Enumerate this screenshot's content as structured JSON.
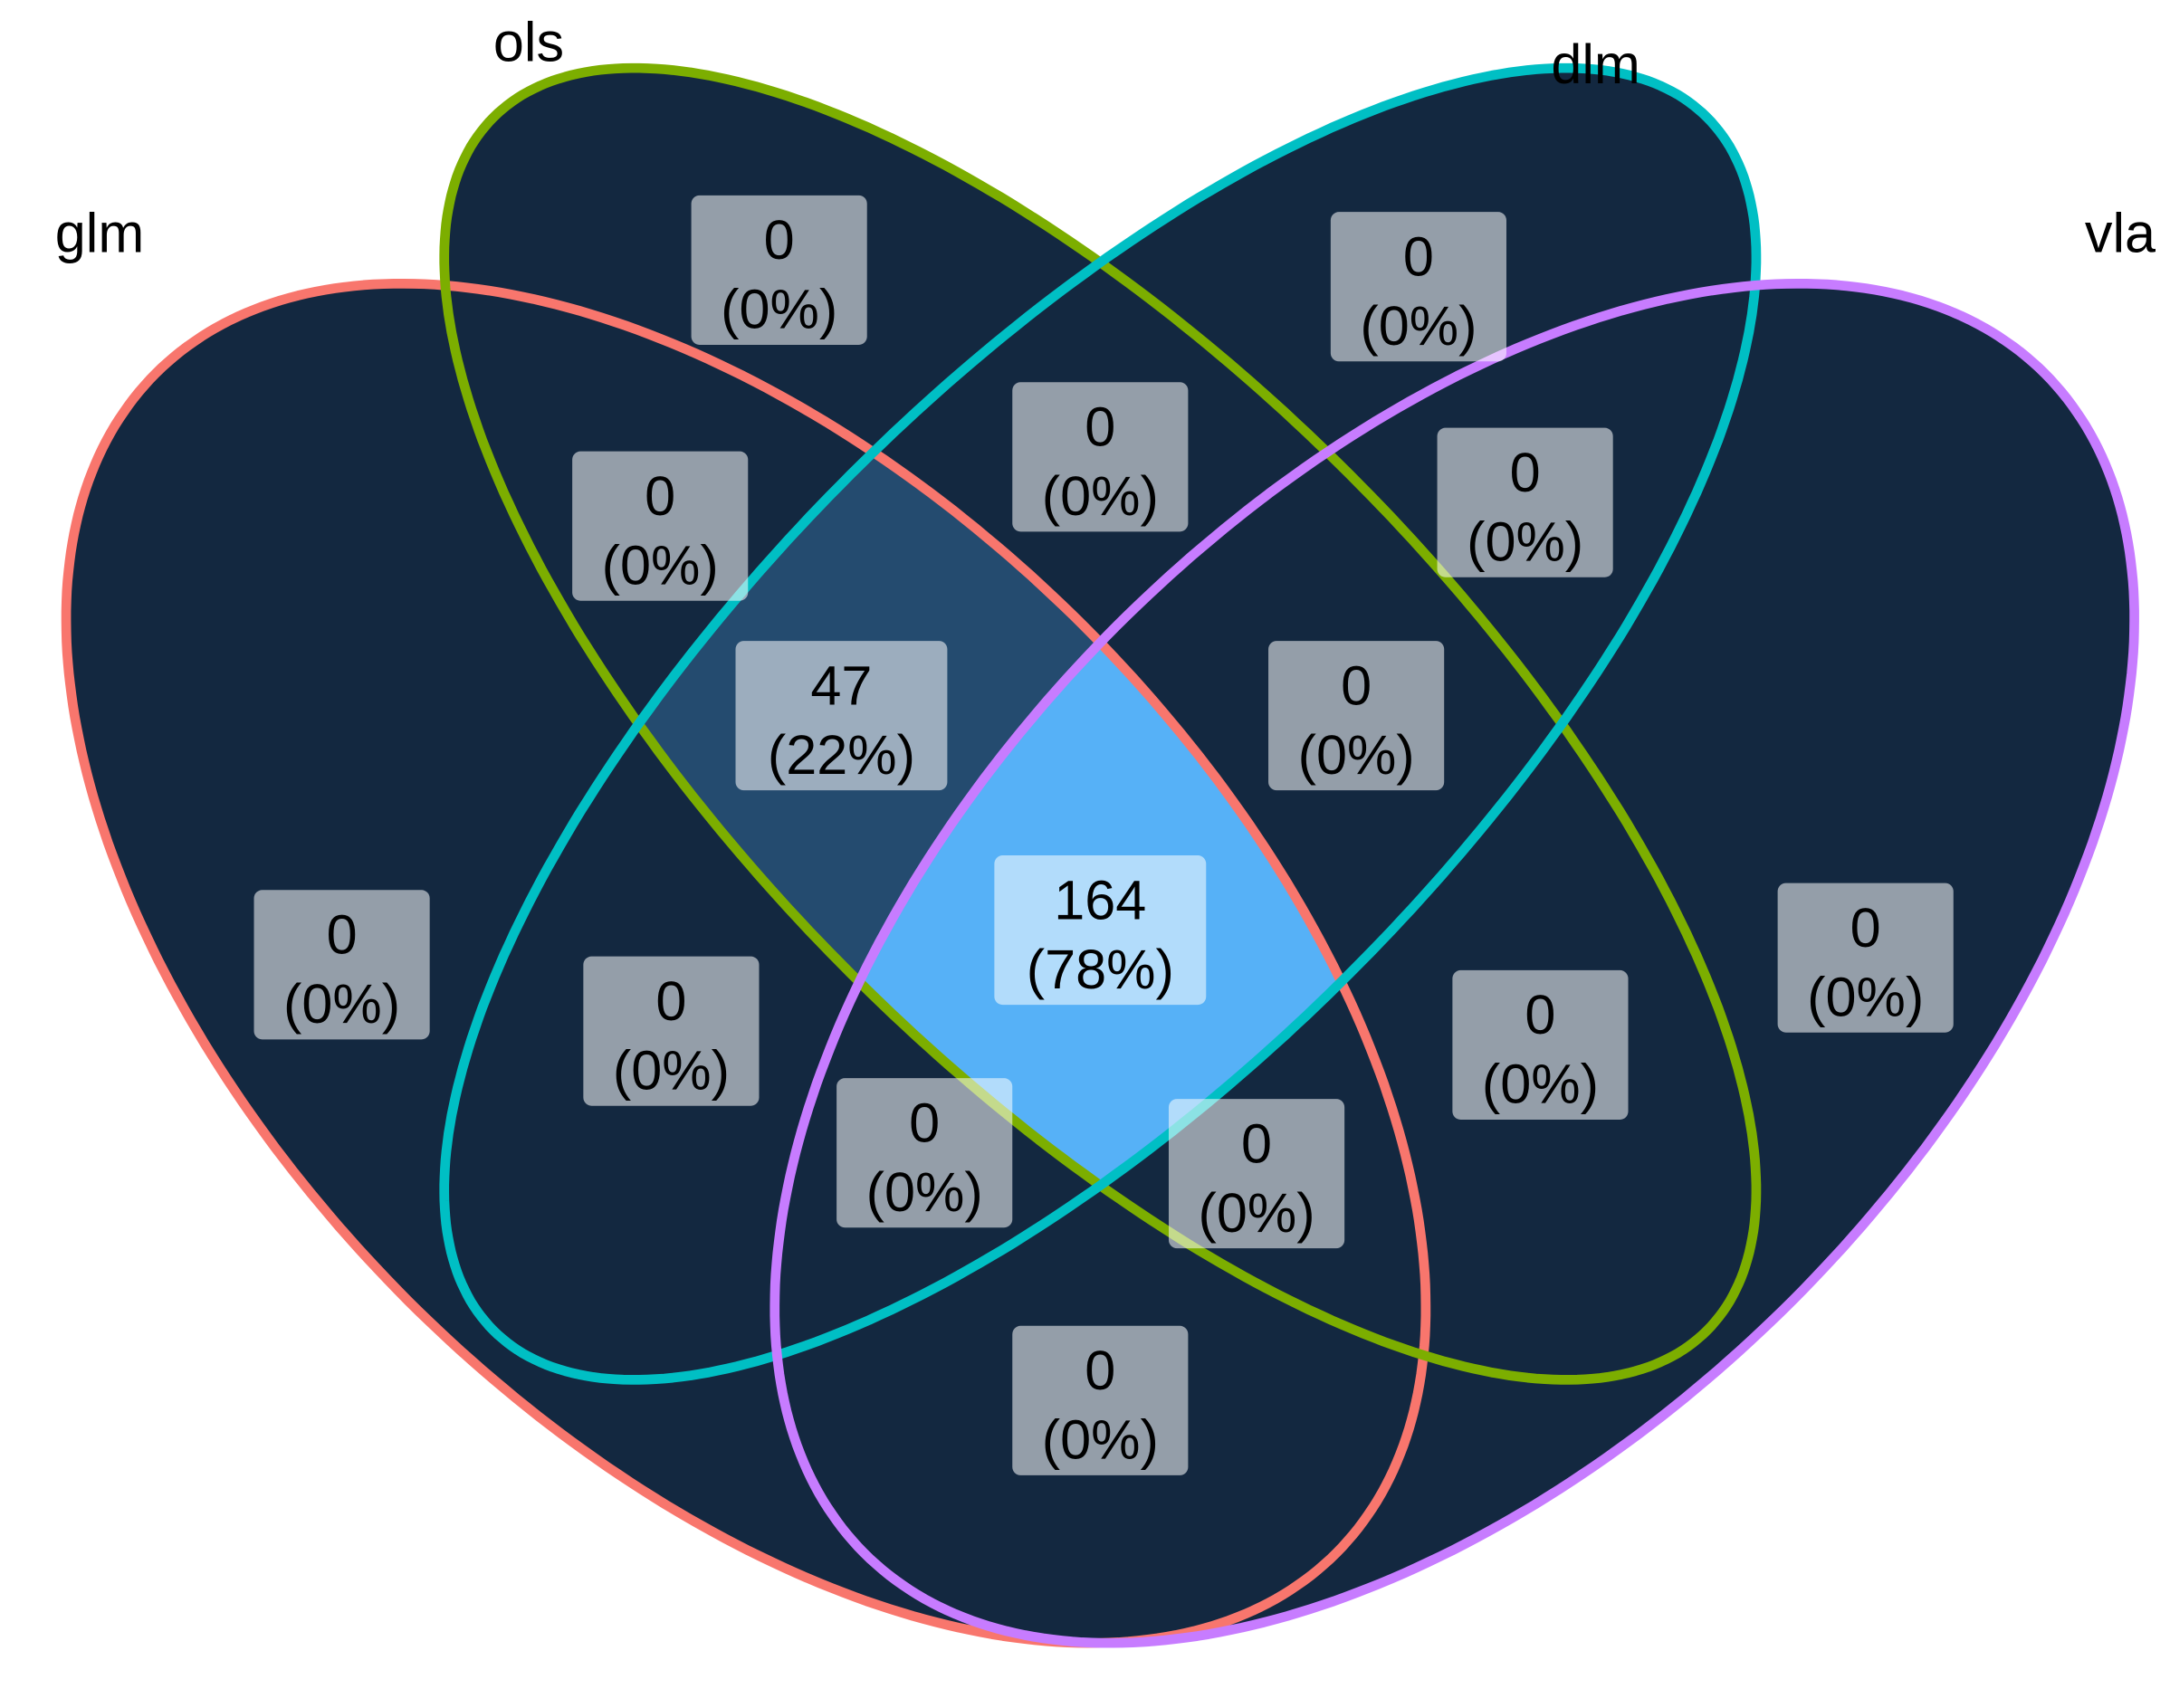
{
  "chart_data": {
    "type": "venn",
    "title": "",
    "sets": [
      {
        "name": "glm",
        "color": "#F8766D"
      },
      {
        "name": "ols",
        "color": "#7CAE00"
      },
      {
        "name": "dlm",
        "color": "#00BFC4"
      },
      {
        "name": "vla",
        "color": "#C77CFF"
      }
    ],
    "regions": [
      {
        "sets": [
          "ols"
        ],
        "count": "0",
        "percent": "(0%)"
      },
      {
        "sets": [
          "dlm"
        ],
        "count": "0",
        "percent": "(0%)"
      },
      {
        "sets": [
          "glm",
          "ols"
        ],
        "count": "0",
        "percent": "(0%)"
      },
      {
        "sets": [
          "ols",
          "dlm"
        ],
        "count": "0",
        "percent": "(0%)"
      },
      {
        "sets": [
          "dlm",
          "vla"
        ],
        "count": "0",
        "percent": "(0%)"
      },
      {
        "sets": [
          "glm",
          "ols",
          "dlm"
        ],
        "count": "47",
        "percent": "(22%)"
      },
      {
        "sets": [
          "ols",
          "dlm",
          "vla"
        ],
        "count": "0",
        "percent": "(0%)"
      },
      {
        "sets": [
          "glm"
        ],
        "count": "0",
        "percent": "(0%)"
      },
      {
        "sets": [
          "vla"
        ],
        "count": "0",
        "percent": "(0%)"
      },
      {
        "sets": [
          "glm",
          "dlm"
        ],
        "count": "0",
        "percent": "(0%)"
      },
      {
        "sets": [
          "glm",
          "ols",
          "dlm",
          "vla"
        ],
        "count": "164",
        "percent": "(78%)"
      },
      {
        "sets": [
          "ols",
          "vla"
        ],
        "count": "0",
        "percent": "(0%)"
      },
      {
        "sets": [
          "glm",
          "dlm",
          "vla"
        ],
        "count": "0",
        "percent": "(0%)"
      },
      {
        "sets": [
          "glm",
          "ols",
          "vla"
        ],
        "count": "0",
        "percent": "(0%)"
      },
      {
        "sets": [
          "glm",
          "vla"
        ],
        "count": "0",
        "percent": "(0%)"
      }
    ],
    "fill_scale": {
      "low": "#132B43",
      "high": "#56B1F7",
      "min": 0,
      "max": 164
    }
  }
}
